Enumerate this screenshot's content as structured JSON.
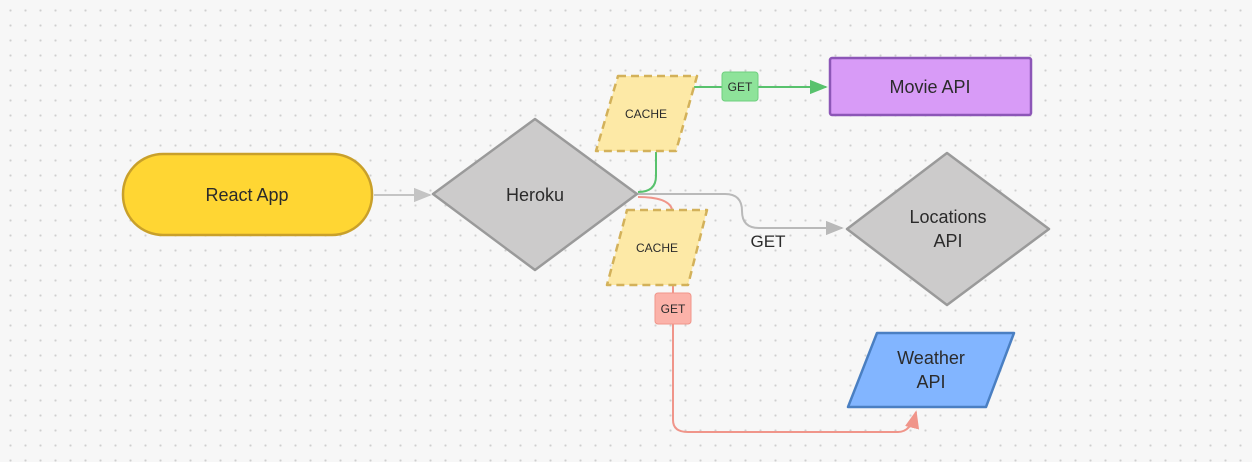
{
  "nodes": {
    "react_app": {
      "label": "React App",
      "shape": "stadium",
      "fill": "#ffd633",
      "stroke": "#c9a02a"
    },
    "heroku": {
      "label": "Heroku",
      "shape": "diamond",
      "fill": "#cccbcb",
      "stroke": "#9a9a9a"
    },
    "cache_top": {
      "label": "CACHE",
      "shape": "parallelogram",
      "fill": "#fde9a6",
      "stroke": "#d3b15a"
    },
    "cache_bottom": {
      "label": "CACHE",
      "shape": "parallelogram",
      "fill": "#fde9a6",
      "stroke": "#d3b15a"
    },
    "movie_api": {
      "label": "Movie API",
      "shape": "rectangle",
      "fill": "#d89bf7",
      "stroke": "#8c56b7"
    },
    "locations_api": {
      "label_line1": "Locations",
      "label_line2": "API",
      "shape": "diamond",
      "fill": "#cccbcb",
      "stroke": "#9a9a9a"
    },
    "weather_api": {
      "label_line1": "Weather",
      "label_line2": "API",
      "shape": "parallelogram",
      "fill": "#82b5ff",
      "stroke": "#4a7fc2"
    }
  },
  "edges": {
    "react_to_heroku": {
      "color": "#c4c4c4"
    },
    "heroku_to_cache_top": {
      "color": "#58c26d"
    },
    "cache_top_to_movie": {
      "label": "GET",
      "color": "#58c26d",
      "label_fill": "#8ee39a"
    },
    "heroku_to_cache_bottom": {
      "color": "#f0958a"
    },
    "heroku_to_locations": {
      "label": "GET",
      "color": "#b9b9b9"
    },
    "cache_bottom_to_weather": {
      "label": "GET",
      "color": "#f0958a",
      "label_fill": "#fbb2a9"
    }
  }
}
